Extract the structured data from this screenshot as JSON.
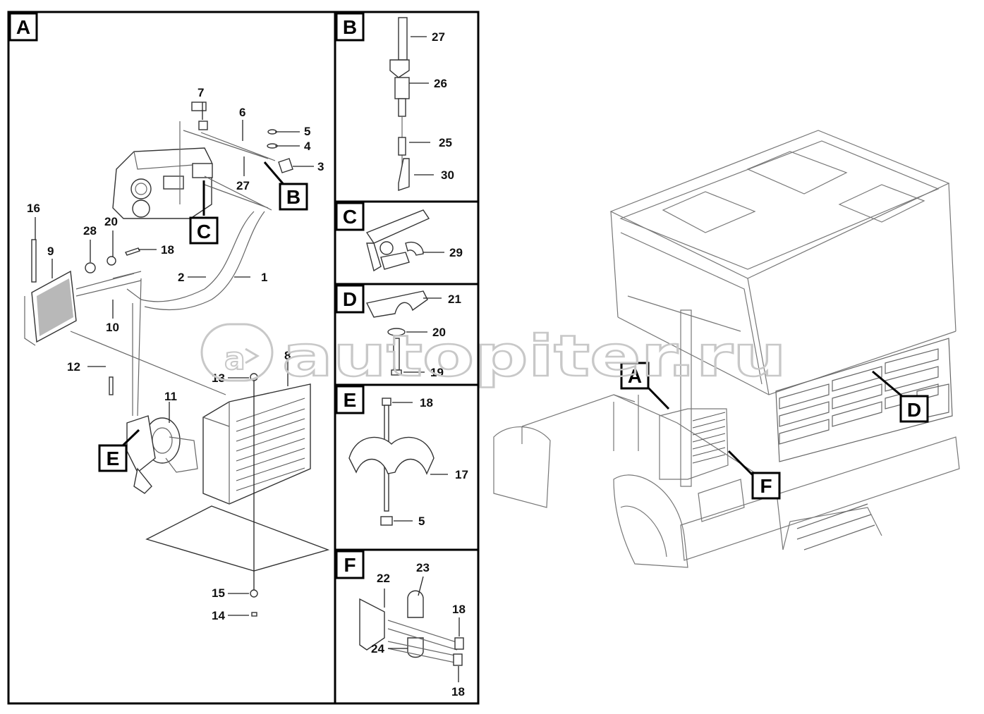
{
  "watermark": "autopiter.ru",
  "main_panel": {
    "label": "A",
    "parts": [
      "1",
      "2",
      "3",
      "4",
      "5",
      "6",
      "7",
      "8",
      "9",
      "10",
      "11",
      "12",
      "13",
      "14",
      "15",
      "16",
      "18",
      "20",
      "27",
      "28"
    ],
    "callouts": [
      "B",
      "C",
      "E"
    ]
  },
  "detail_panels": [
    {
      "label": "B",
      "parts": [
        "27",
        "26",
        "25",
        "30"
      ]
    },
    {
      "label": "C",
      "parts": [
        "29"
      ]
    },
    {
      "label": "D",
      "parts": [
        "21",
        "20",
        "19"
      ]
    },
    {
      "label": "E",
      "parts": [
        "18",
        "17",
        "5"
      ]
    },
    {
      "label": "F",
      "parts": [
        "23",
        "22",
        "18",
        "24",
        "18"
      ]
    }
  ],
  "truck_callouts": [
    "A",
    "D",
    "F"
  ]
}
